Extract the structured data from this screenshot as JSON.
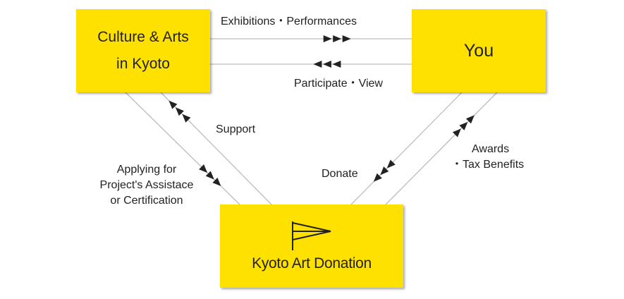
{
  "nodes": {
    "culture": {
      "line1": "Culture & Arts",
      "line2": "in Kyoto"
    },
    "you": {
      "title": "You"
    },
    "kyoto_art_donation": {
      "name": "Kyoto Art Donation",
      "icon": "flag-icon"
    }
  },
  "edges": {
    "exhibitions": "Exhibitions・Performances",
    "participate": "Participate・View",
    "support": "Support",
    "applying": [
      "Applying for",
      "Project's Assistace",
      "or Certification"
    ],
    "donate": "Donate",
    "awards": [
      "Awards",
      "・Tax Benefits"
    ]
  },
  "colors": {
    "box_fill": "#ffe100",
    "line": "#bdbdbd",
    "arrow": "#222222",
    "text": "#222222"
  }
}
